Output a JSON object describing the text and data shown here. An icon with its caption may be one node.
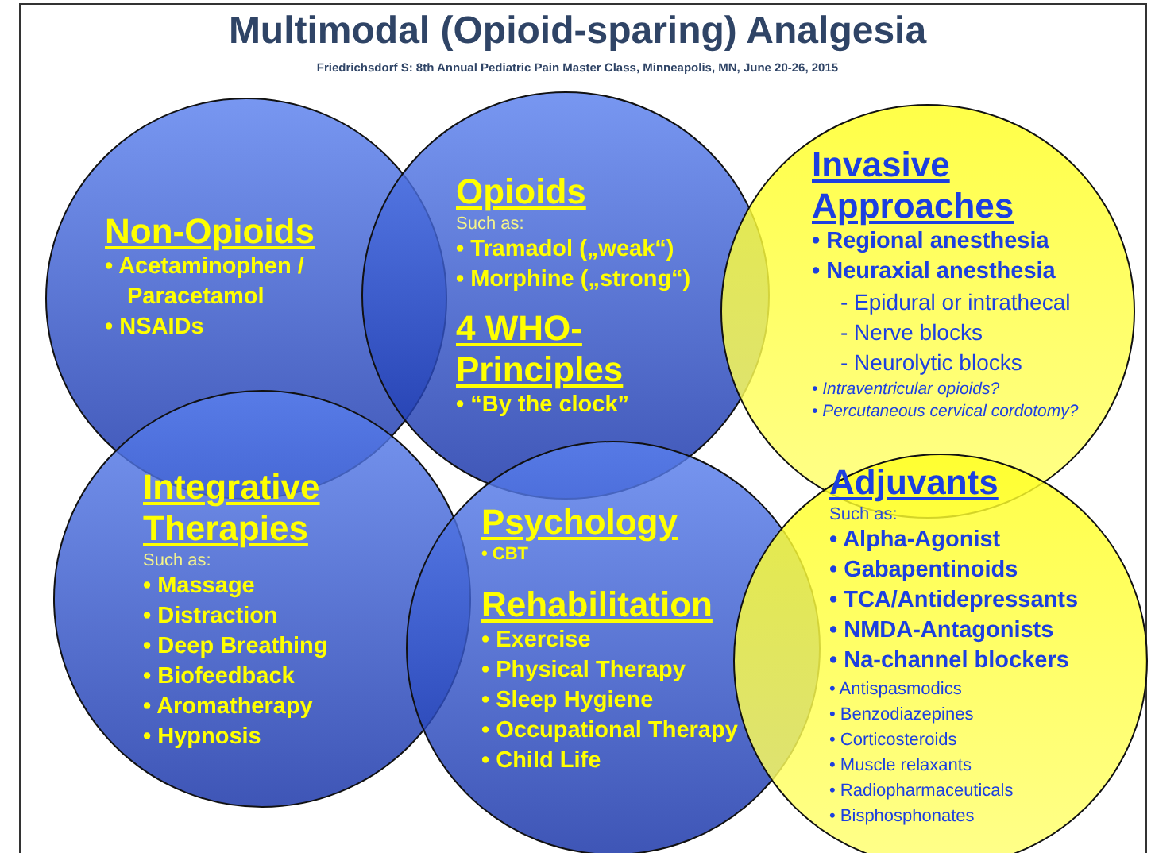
{
  "diagram": {
    "title": "Multimodal (Opioid-sparing) Analgesia",
    "nodes": [
      {
        "text": [
          "Non-Opioids",
          "• Acetaminophen / Paracetamol",
          "• NSAIDs"
        ]
      },
      {
        "text": [
          "Opioids",
          "Such as:",
          "• Tramadol („weak“)",
          "• Morphine („strong“)",
          "4 WHO-Principles",
          "• “By the clock”"
        ]
      },
      {
        "text": [
          "Invasive Approaches",
          "• Regional anesthesia",
          "• Neuraxial anesthesia",
          "- Epidural or intrathecal",
          "- Nerve blocks",
          "- Neurolytic blocks",
          "• Intraventricular opioids?",
          "• Percutaneous cervical cordotomy?"
        ]
      },
      {
        "text": [
          "Integrative Therapies",
          "Such as:",
          "• Massage",
          "• Distraction",
          "• Deep Breathing",
          "• Biofeedback",
          "• Aromatherapy",
          "• Hypnosis"
        ]
      },
      {
        "text": [
          "Psychology",
          "• CBT",
          "Rehabilitation",
          "• Exercise",
          "• Physical Therapy",
          "• Sleep Hygiene",
          "• Occupational Therapy",
          "• Child Life"
        ]
      },
      {
        "text": [
          "Adjuvants",
          "Such as:",
          "• Alpha-Agonist",
          "• Gabapentinoids",
          "• TCA/Antidepressants",
          "• NMDA-Antagonists",
          "• Na-channel blockers",
          "• Antispasmodics",
          "• Benzodiazepines",
          "• Corticosteroids",
          "• Muscle relaxants",
          "• Radiopharmaceuticals",
          "• Bisphosphonates"
        ]
      }
    ],
    "labels": [
      "Friedrichsdorf S: 8th Annual Pediatric Pain Master Class, Minneapolis, MN, June 20-26, 2015"
    ]
  }
}
